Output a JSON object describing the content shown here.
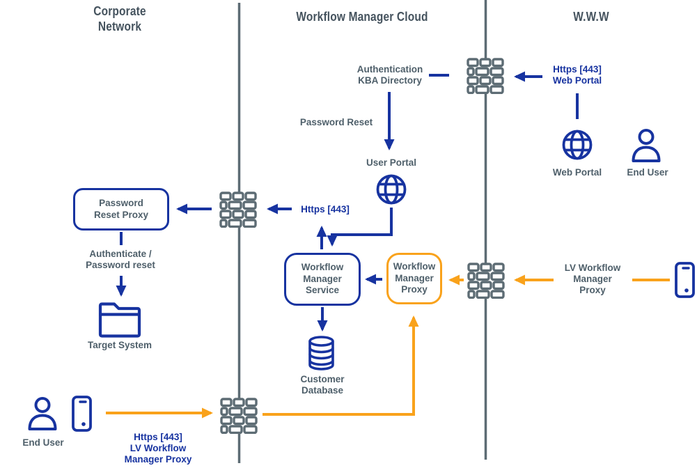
{
  "colors": {
    "navy": "#1733a0",
    "orange": "#f9a21b",
    "slate": "#4e5f6a",
    "header": "#45535e",
    "gray": "#5d6c74"
  },
  "zones": [
    {
      "title": "Corporate\nNetwork"
    },
    {
      "title": "Workflow Manager Cloud"
    },
    {
      "title": "W.W.W"
    }
  ],
  "labels": {
    "auth_kba": "Authentication\nKBA Directory",
    "password_reset": "Password Reset",
    "user_portal": "User Portal",
    "https_web_portal": "Https [443]\nWeb Portal",
    "web_portal": "Web Portal",
    "end_user_www": "End User",
    "https_443": "Https [443]",
    "password_reset_proxy": "Password\nReset Proxy",
    "authenticate": "Authenticate /\nPassword reset",
    "target_system": "Target System",
    "workflow_manager_service": "Workflow\nManager\nService",
    "workflow_manager_proxy": "Workflow\nManager\nProxy",
    "customer_database": "Customer\nDatabase",
    "lv_workflow_manager_proxy": "LV Workflow\nManager\nProxy",
    "end_user_corporate": "End User",
    "https_lv_workflow": "Https [443]\nLV Workflow\nManager Proxy"
  },
  "icons": [
    "firewall-icon",
    "globe-icon",
    "user-icon",
    "phone-icon",
    "folder-icon",
    "database-icon"
  ]
}
